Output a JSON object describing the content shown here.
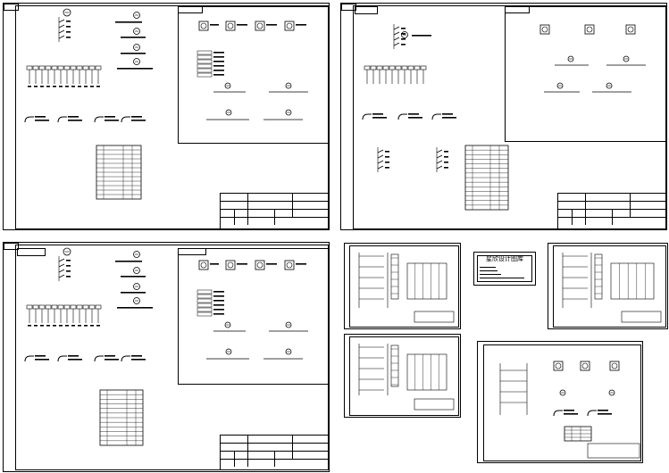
{
  "drawing_set": {
    "sheets": [
      {
        "id": "sheet-1"
      },
      {
        "id": "sheet-2"
      },
      {
        "id": "sheet-3"
      },
      {
        "id": "sheet-4"
      },
      {
        "id": "sheet-5"
      },
      {
        "id": "sheet-6"
      },
      {
        "id": "sheet-7"
      }
    ]
  },
  "stamp": {
    "title": "星欣设计图库"
  },
  "colors": {
    "line": "#000000",
    "background": "#ffffff"
  }
}
